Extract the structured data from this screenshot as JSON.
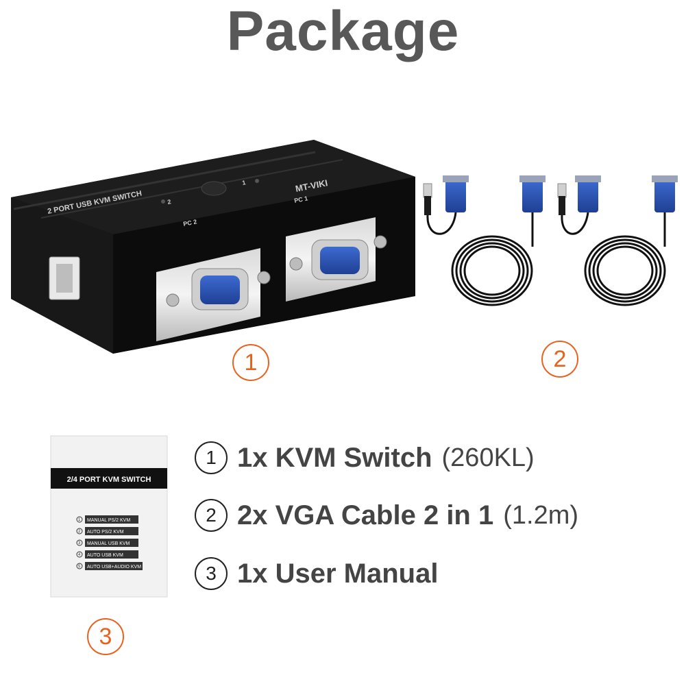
{
  "title": "Package",
  "callouts": [
    "1",
    "2",
    "3"
  ],
  "device": {
    "label": "2 PORT USB KVM SWITCH",
    "brand": "MT-VIKI",
    "port_a": "PC 1",
    "port_b": "PC 2",
    "led_1": "1",
    "led_2": "2"
  },
  "manual": {
    "title": "2/4 PORT KVM SWITCH",
    "models": [
      {
        "num": "1",
        "name": "MANUAL PS/2 KVM"
      },
      {
        "num": "2",
        "name": "AUTO PS/2 KVM"
      },
      {
        "num": "3",
        "name": "MANUAL USB KVM"
      },
      {
        "num": "4",
        "name": "AUTO USB KVM"
      },
      {
        "num": "5",
        "name": "AUTO USB+AUDIO KVM"
      }
    ]
  },
  "items": [
    {
      "num": "1",
      "text": "1x KVM Switch",
      "extra": "(260KL)"
    },
    {
      "num": "2",
      "text": "2x VGA Cable 2 in 1",
      "extra": "(1.2m)"
    },
    {
      "num": "3",
      "text": "1x User Manual",
      "extra": ""
    }
  ],
  "colors": {
    "accent": "#e8621f",
    "title": "#585858",
    "device": "#161616",
    "vga_blue": "#2b55b8"
  }
}
